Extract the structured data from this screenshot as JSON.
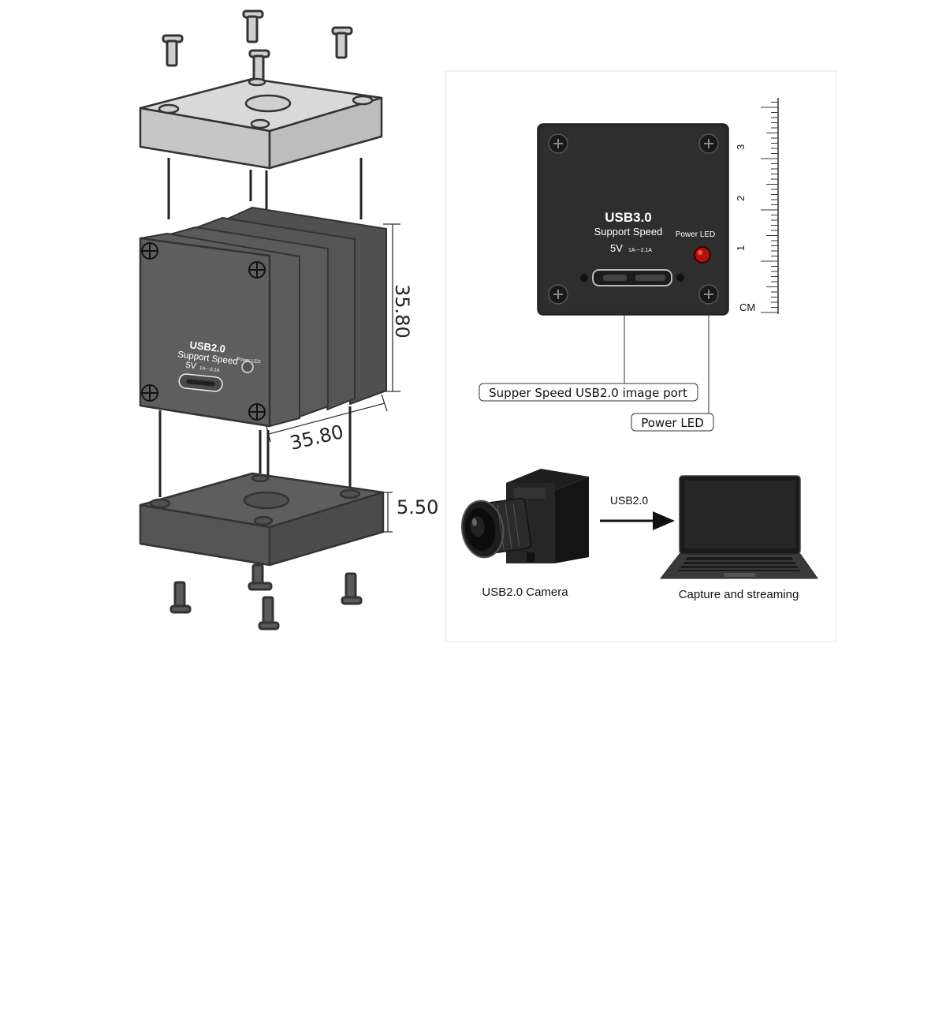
{
  "exploded_view": {
    "front_face": {
      "model": "USB2.0",
      "speed": "Support Speed",
      "voltage": "5V",
      "rating": "1A---2.1A",
      "led_label": "Power LED"
    },
    "dimensions": {
      "height": "35.80",
      "width": "35.80",
      "plate_thickness": "5.50"
    }
  },
  "product_photo": {
    "model": "USB3.0",
    "speed": "Support Speed",
    "voltage": "5V",
    "rating": "1A---2.1A",
    "led_label": "Power LED",
    "ruler": {
      "unit": "CM",
      "ticks": [
        "1",
        "2",
        "3"
      ]
    },
    "callouts": {
      "port": "Supper Speed USB2.0 image port",
      "led": "Power LED"
    }
  },
  "connection": {
    "camera_label": "USB2.0 Camera",
    "arrow_label": "USB2.0",
    "laptop_label": "Capture and streaming"
  },
  "colors": {
    "plate_top": "#d9d9d9",
    "plate_side": "#c8c8c8",
    "body_dark": "#5e5e5e",
    "body_dark_side": "#4d4d4d",
    "photo_case": "#2a2a2a",
    "led_red": "#b3130f"
  }
}
